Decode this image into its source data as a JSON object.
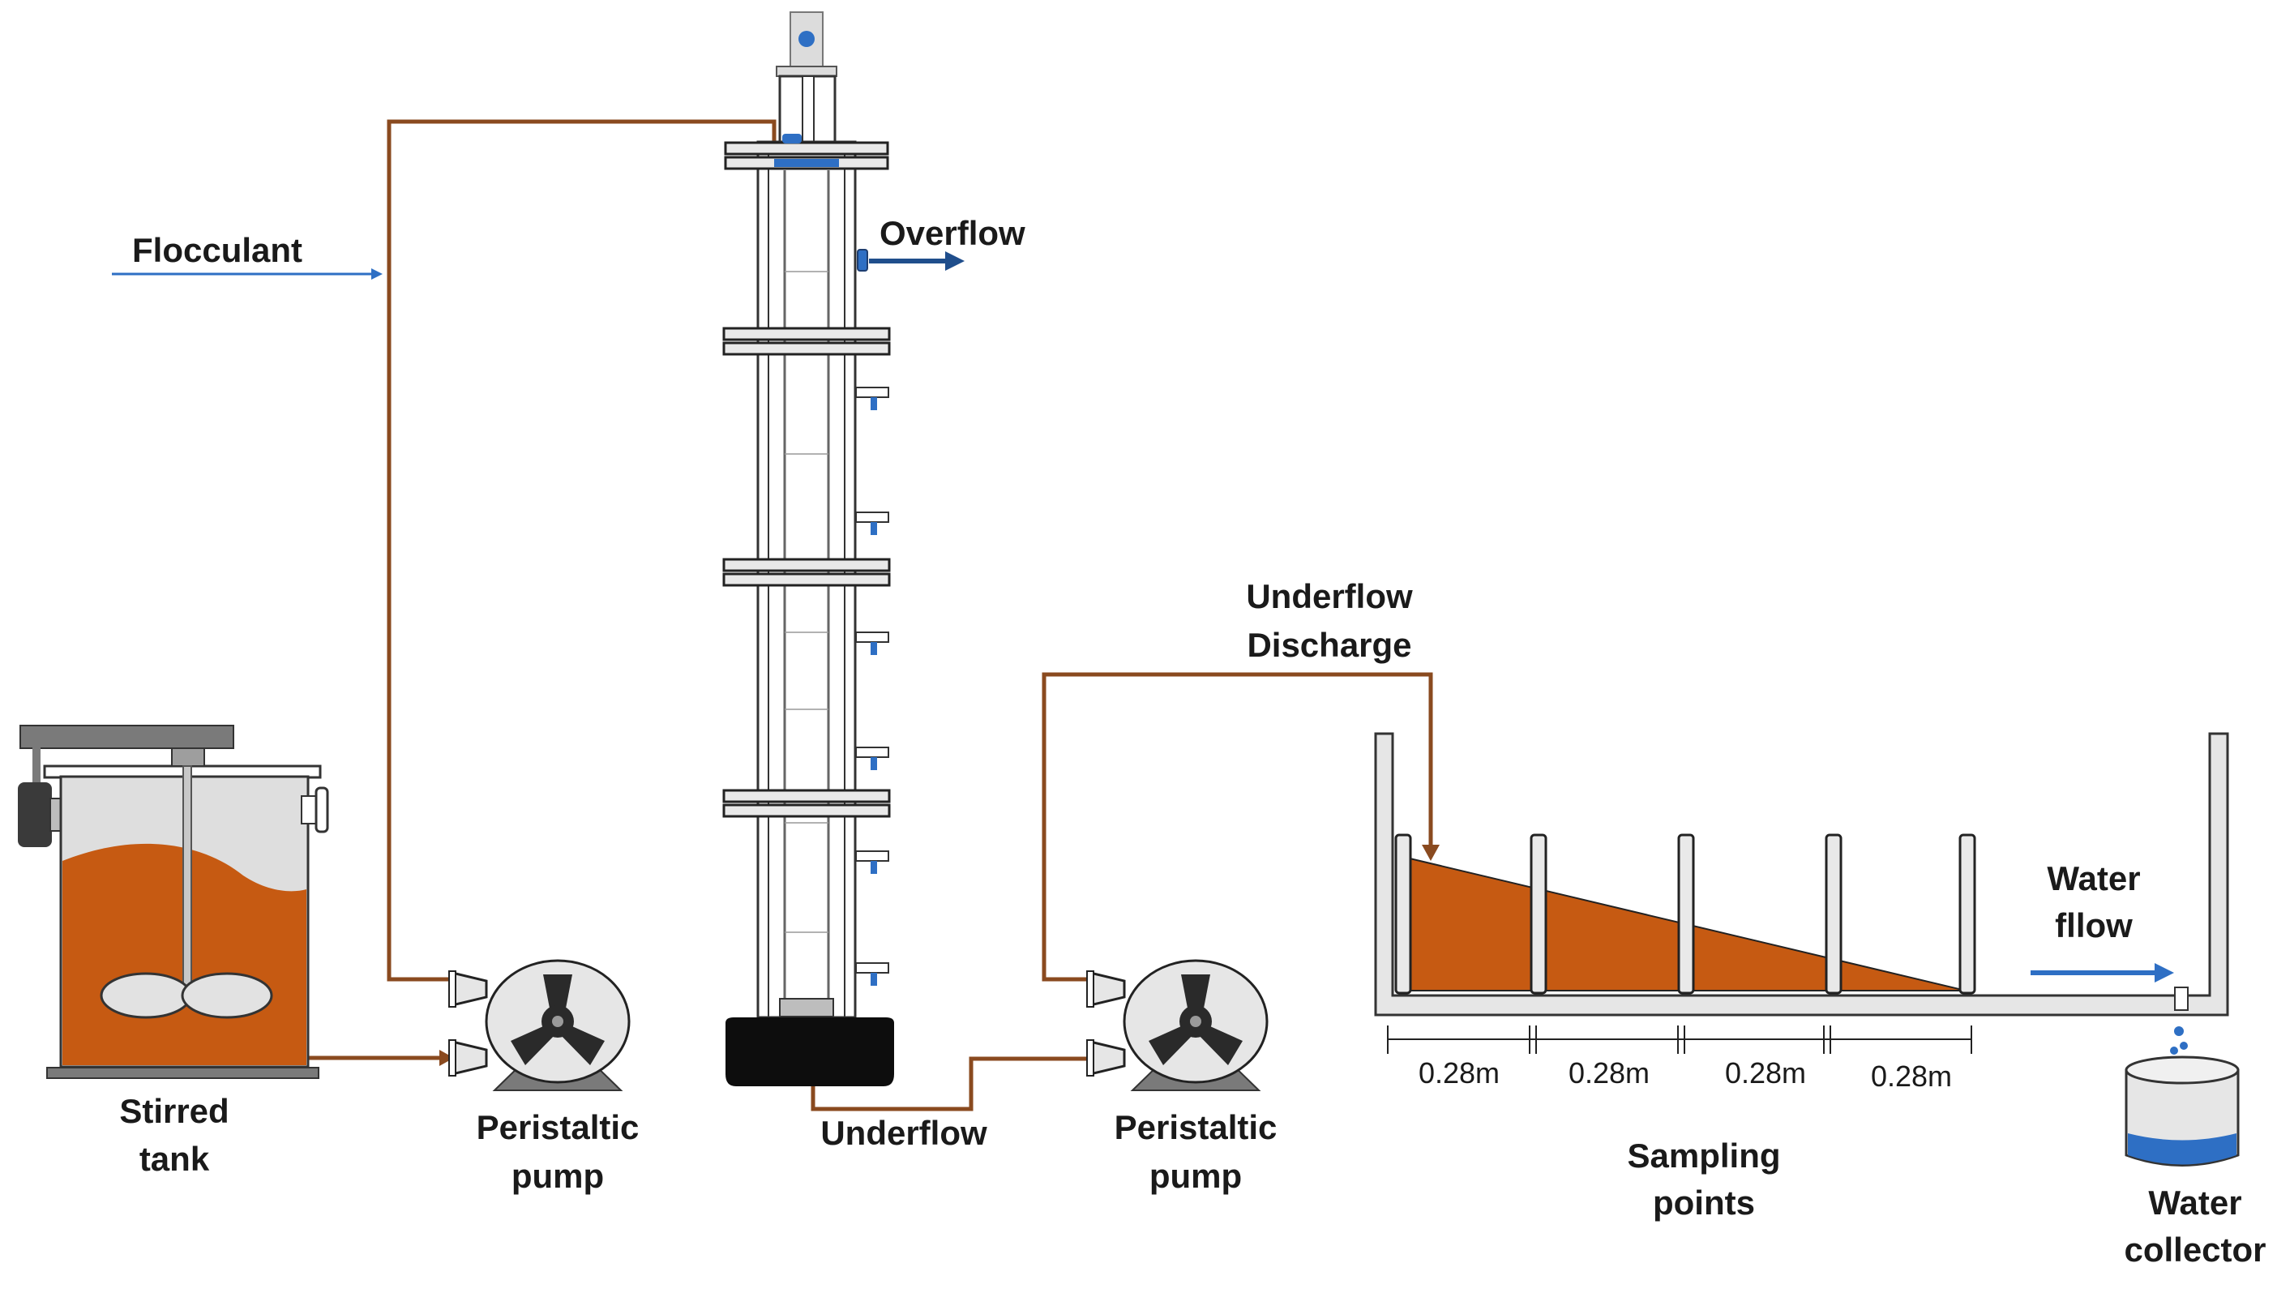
{
  "labels": {
    "flocculant": "Flocculant",
    "overflow": "Overflow",
    "underflow": "Underflow",
    "underflow_discharge_1": "Underflow",
    "underflow_discharge_2": "Discharge",
    "stirred_tank_1": "Stirred",
    "stirred_tank_2": "tank",
    "pump1_1": "Peristaltic",
    "pump1_2": "pump",
    "pump2_1": "Peristaltic",
    "pump2_2": "pump",
    "sampling_1": "Sampling",
    "sampling_2": "points",
    "water_flow_1": "Water",
    "water_flow_2": "fllow",
    "water_collector_1": "Water",
    "water_collector_2": "collector"
  },
  "distances": [
    "0.28m",
    "0.28m",
    "0.28m",
    "0.28m"
  ],
  "colors": {
    "pipe": "#8a4a1f",
    "slurry": "#c65a12",
    "water_blue": "#2e6fc4",
    "equipment_gray": "#e6e6e6",
    "dark": "#1e1e1e"
  }
}
